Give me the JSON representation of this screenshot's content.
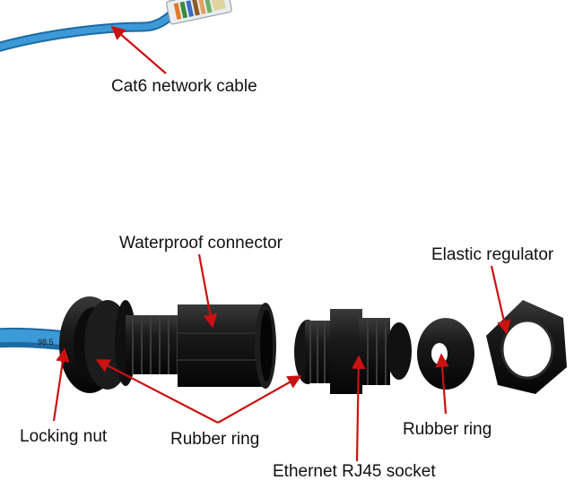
{
  "labels": {
    "cable": "Cat6 network cable",
    "connector": "Waterproof connector",
    "regulator": "Elastic regulator",
    "locking_nut": "Locking nut",
    "rubber_ring_left": "Rubber ring",
    "rubber_ring_right": "Rubber ring",
    "socket": "Ethernet RJ45 socket"
  },
  "colors": {
    "cable_blue": "#2f8fd0",
    "part_black": "#151515",
    "arrow_red": "#cc1111",
    "background": "#ffffff"
  },
  "icons": {
    "rj45_plug": "rj45-plug-icon"
  }
}
